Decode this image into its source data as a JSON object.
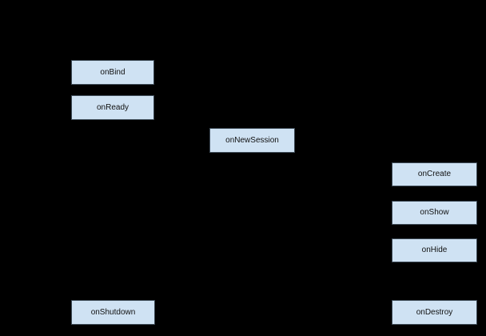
{
  "diagram": {
    "type": "lifecycle-flowchart",
    "colors": {
      "background": "#000000",
      "node_fill": "#cfe2f3",
      "node_border": "#3d4a56",
      "node_text": "#111111"
    },
    "nodes": [
      {
        "id": "onBind",
        "label": "onBind"
      },
      {
        "id": "onReady",
        "label": "onReady"
      },
      {
        "id": "onNewSession",
        "label": "onNewSession"
      },
      {
        "id": "onCreate",
        "label": "onCreate"
      },
      {
        "id": "onShow",
        "label": "onShow"
      },
      {
        "id": "onHide",
        "label": "onHide"
      },
      {
        "id": "onShutdown",
        "label": "onShutdown"
      },
      {
        "id": "onDestroy",
        "label": "onDestroy"
      }
    ]
  }
}
